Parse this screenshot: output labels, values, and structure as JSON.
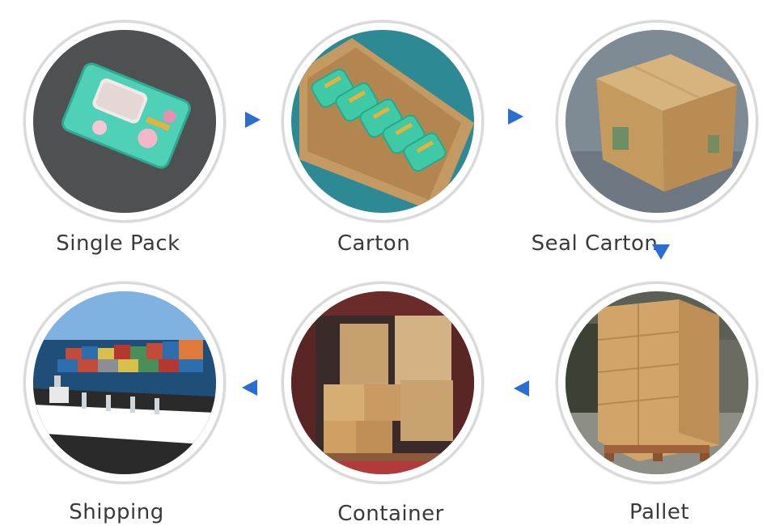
{
  "steps": [
    {
      "label": "Single Pack"
    },
    {
      "label": "Carton"
    },
    {
      "label": "Seal Carton"
    },
    {
      "label": "Pallet"
    },
    {
      "label": "Container"
    },
    {
      "label": "Shipping"
    }
  ],
  "colors": {
    "arrow": "#2a6fd0",
    "ring": "#d9d9d9",
    "label": "#3a3a3a"
  },
  "icons": {
    "flow_right": "triangle-right-icon",
    "flow_left": "triangle-left-icon",
    "flow_down": "triangle-down-icon"
  }
}
